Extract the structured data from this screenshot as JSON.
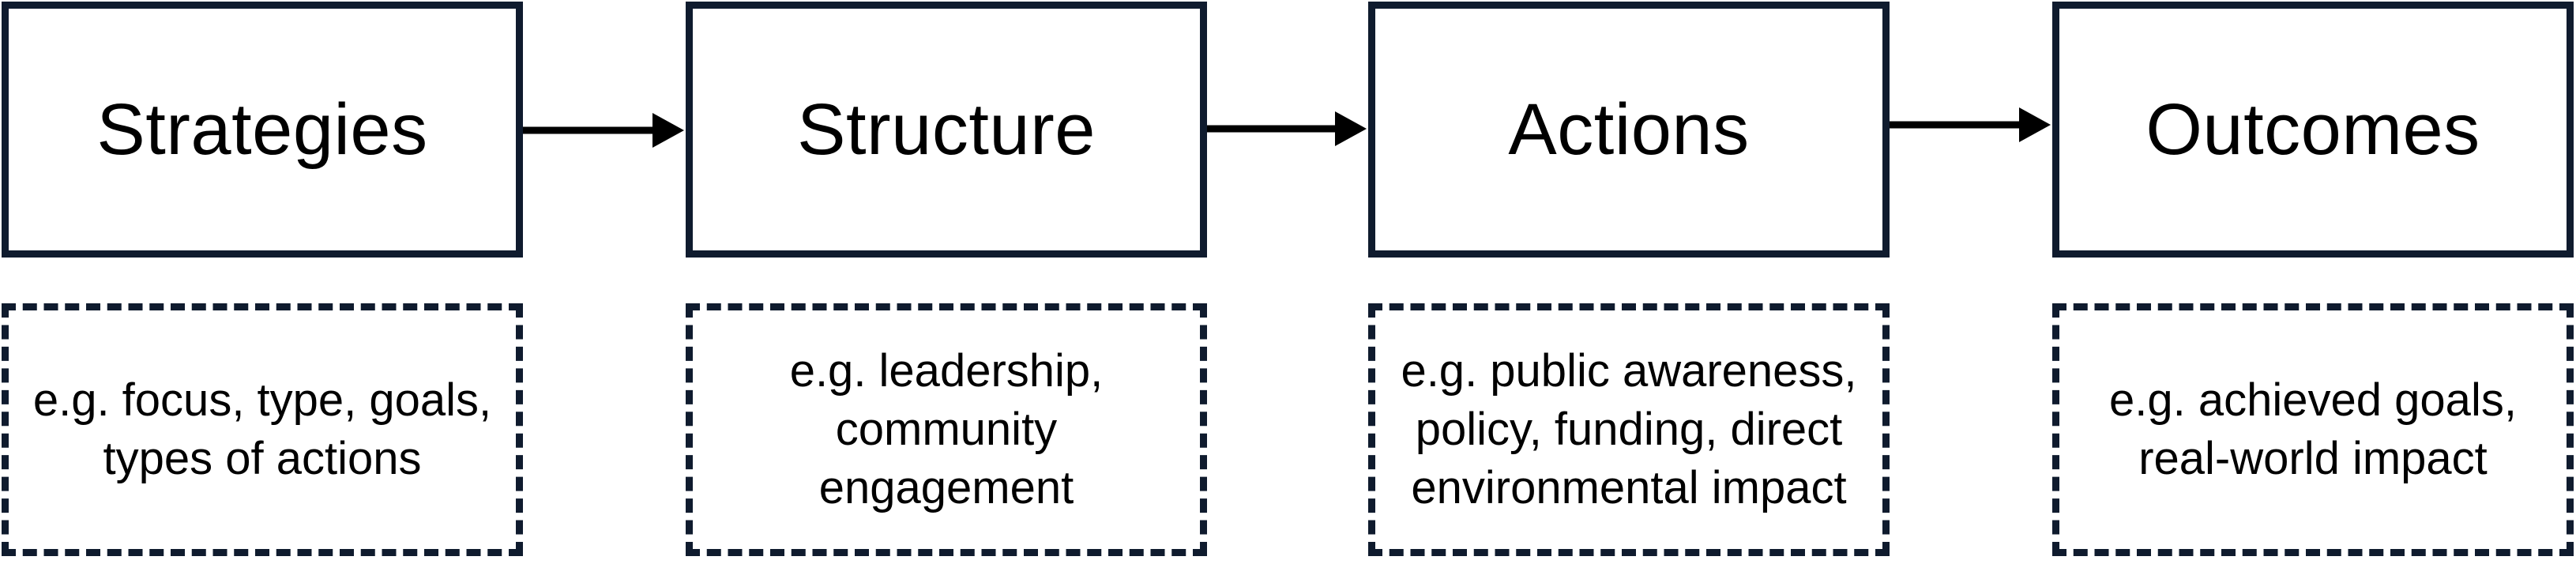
{
  "diagram": {
    "stages": [
      {
        "name": "Strategies",
        "details": "e.g. focus, type, goals,\ntypes of actions"
      },
      {
        "name": "Structure",
        "details": "e.g. leadership,\ncommunity\nengagement"
      },
      {
        "name": "Actions",
        "details": "e.g. public awareness,\npolicy, funding, direct\nenvironmental impact"
      },
      {
        "name": "Outcomes",
        "details": "e.g. achieved goals,\nreal-world impact"
      }
    ],
    "colors": {
      "border": "#0f1b2e",
      "arrow": "#000000",
      "background": "#ffffff"
    }
  }
}
